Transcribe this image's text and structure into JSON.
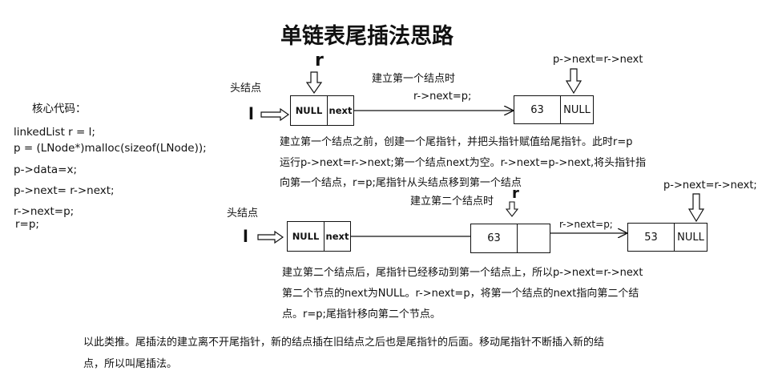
{
  "title": "单链表尾插法思路",
  "pointer_label": "r",
  "core_code": {
    "heading": "核心代码：",
    "lines": [
      "linkedList r = l;",
      "p = (LNode*)malloc(sizeof(LNode));",
      "p->data=x;",
      "p->next= r->next;",
      "r->next=p;",
      "r=p;"
    ]
  },
  "step1": {
    "head_label": "头结点",
    "head_symbol": "l",
    "head_node": {
      "data": "NULL",
      "next": "next"
    },
    "arrow_caption": "建立第一个结点时",
    "arrow_code": "r->next=p;",
    "new_node": {
      "data": "63",
      "next": "NULL"
    },
    "new_node_code": "p->next=r->next",
    "description": [
      "建立第一个结点之前，创建一个尾指针，并把头指针赋值给尾指针。此时r=p",
      "运行p->next=r->next;第一个结点next为空。r->next=p->next,将头指针指",
      "向第一个结点，r=p;尾指针从头结点移到第一个结点"
    ]
  },
  "step2": {
    "head_label": "头结点",
    "head_symbol": "l",
    "head_node": {
      "data": "NULL",
      "next": "next"
    },
    "caption": "建立第二个结点时",
    "first_node": {
      "data": "63",
      "next": ""
    },
    "arrow_code": "r->next=p;",
    "new_node": {
      "data": "53",
      "next": "NULL"
    },
    "new_node_code": "p->next=r->next;",
    "description": [
      "建立第二个结点后，尾指针已经移动到第一个结点上，所以p->next=r->next",
      "第二个节点的next为NULL。r->next=p，将第一个结点的next指向第二个结",
      "点。r=p;尾指针移向第二个节点。"
    ]
  },
  "conclusion": [
    "以此类推。尾插法的建立离不开尾指针，新的结点插在旧结点之后也是尾指针的后面。移动尾指针不断插入新的结",
    "点，所以叫尾插法。"
  ]
}
